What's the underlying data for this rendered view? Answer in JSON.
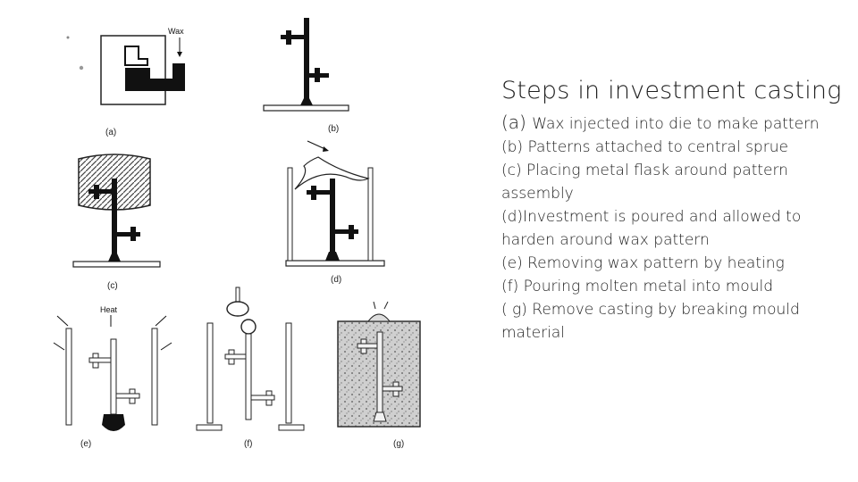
{
  "slide": {
    "title": "Steps in investment casting",
    "steps": [
      {
        "prefix": "(a) ",
        "text": "Wax injected into die to make pattern"
      },
      {
        "prefix": "",
        "text": "(b) Patterns attached to central sprue"
      },
      {
        "prefix": "",
        "text": "(c) Placing metal flask around pattern assembly"
      },
      {
        "prefix": "",
        "text": "(d)Investment is poured and allowed to harden around wax pattern"
      },
      {
        "prefix": "",
        "text": "(e) Removing wax pattern by  heating"
      },
      {
        "prefix": "",
        "text": "(f) Pouring molten metal into mould"
      },
      {
        "prefix": "",
        "text": "( g) Remove casting by breaking mould material"
      }
    ]
  },
  "figure": {
    "wax_label": "Wax",
    "heat_label": "Heat",
    "captions": {
      "a": "(a)",
      "b": "(b)",
      "c": "(c)",
      "d": "(d)",
      "e": "(e)",
      "f": "(f)",
      "g": "(g)"
    }
  }
}
